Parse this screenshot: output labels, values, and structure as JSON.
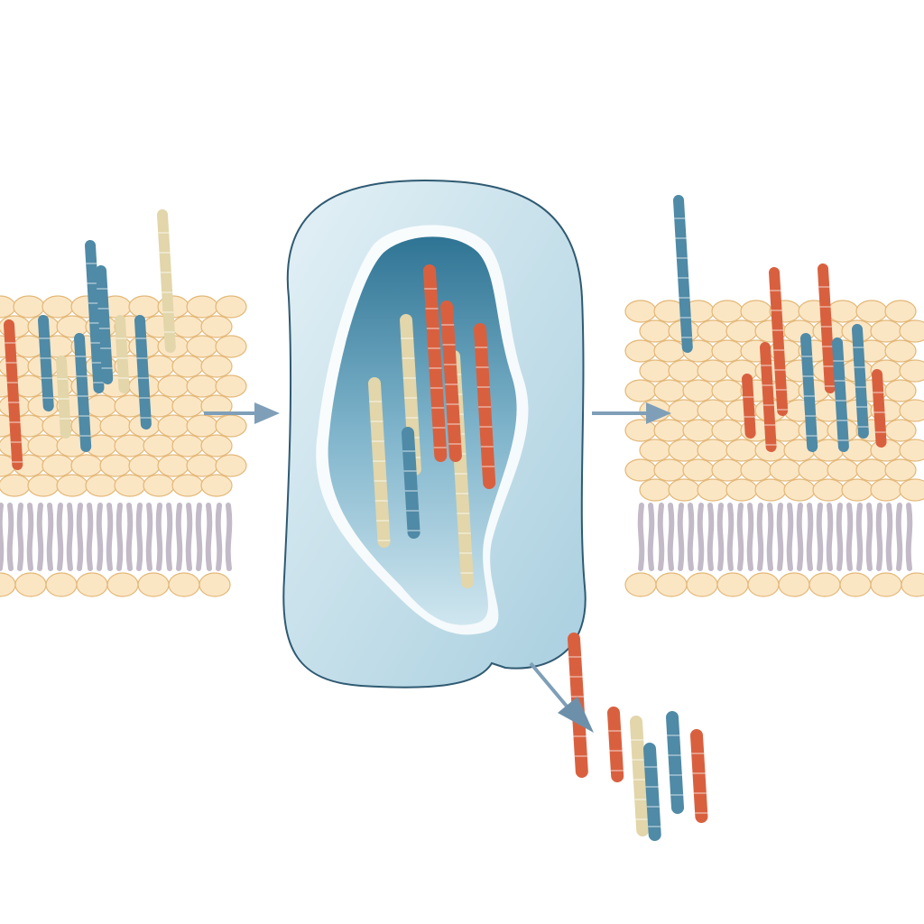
{
  "colors": {
    "background": "#ffffff",
    "lipid_head": "#fbe6c4",
    "lipid_head_stroke": "#e3b878",
    "lipid_tail": "#ddd6e2",
    "lipid_tail_stroke": "#a99cb0",
    "capsule_outer": "#cfe6ef",
    "capsule_stroke": "#2f5a72",
    "capsule_inner": "#5f9fba",
    "rod_blue": "#4f8aa6",
    "rod_red": "#d9603f",
    "rod_cream": "#e2d6aa",
    "arrow": "#7f9fb8"
  },
  "diagram": {
    "left_membrane_rods": 9,
    "capsule_rods": 7,
    "right_membrane_rods": 9,
    "released_rods": 6
  }
}
